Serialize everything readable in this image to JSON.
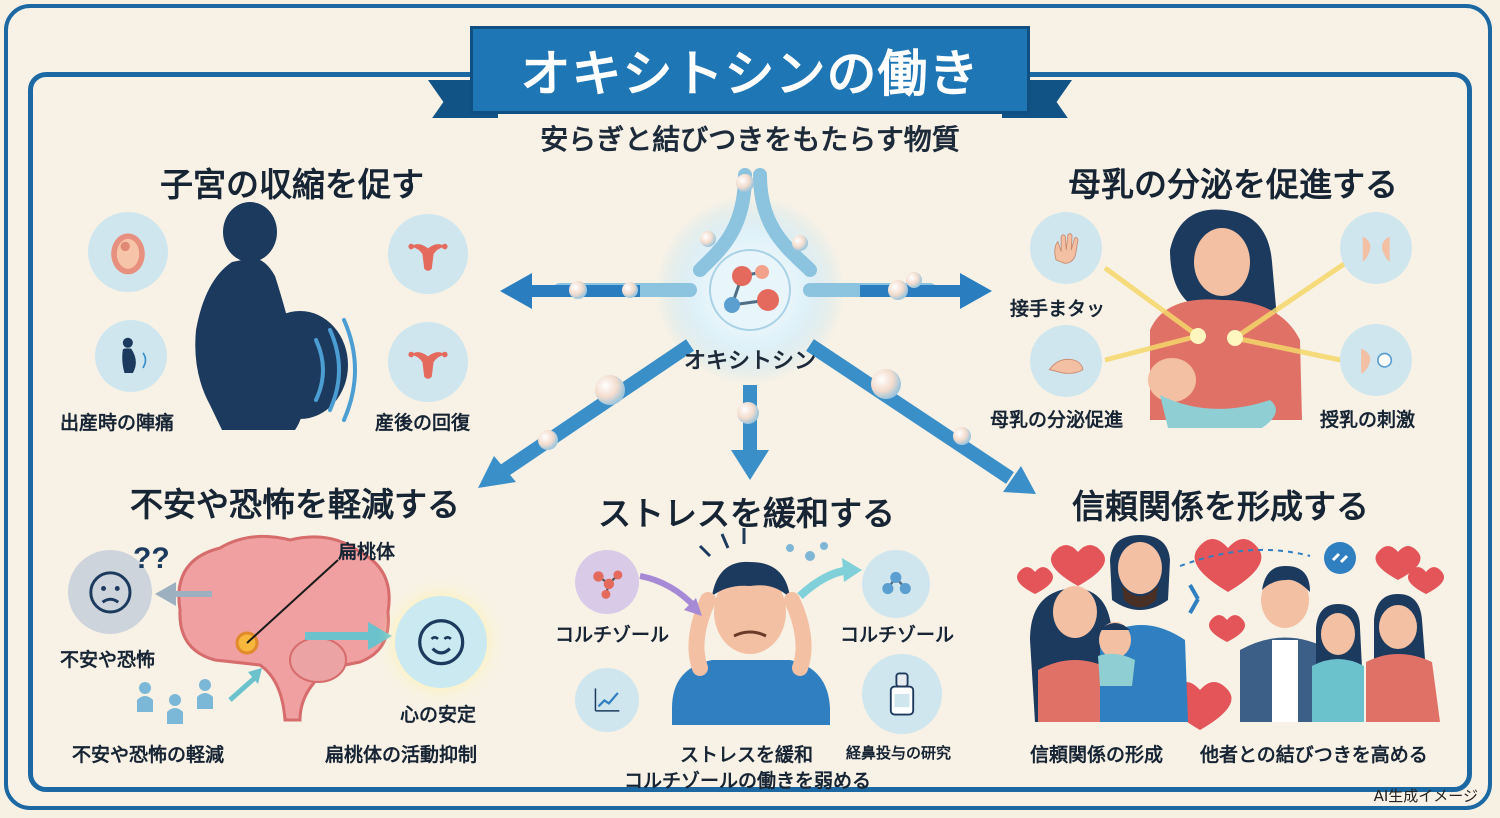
{
  "header": {
    "title": "オキシトシンの働き",
    "subtitle": "安らぎと結びつきをもたらす物質",
    "center_label": "オキシトシン"
  },
  "uterus": {
    "heading": "子宮の収縮を促す",
    "labels": [
      "出産時の陣痛",
      "産後の回復"
    ]
  },
  "milk": {
    "heading": "母乳の分泌を促進する",
    "labels": [
      "接手まタッ",
      "母乳の分泌促進",
      "授乳の刺激"
    ]
  },
  "anxiety": {
    "heading": "不安や恐怖を軽減する",
    "labels": [
      "扁桃体",
      "不安や恐怖",
      "心の安定",
      "不安や恐怖の軽減",
      "扁桃体の活動抑制"
    ]
  },
  "stress": {
    "heading": "ストレスを緩和する",
    "labels": [
      "コルチゾール",
      "コルチゾール",
      "経鼻投与の研究"
    ],
    "caption_line1": "ストレスを緩和",
    "caption_line2": "コルチゾールの働きを弱める"
  },
  "trust": {
    "heading": "信頼関係を形成する",
    "labels": [
      "信頼関係の形成",
      "他者との結びつきを高める"
    ]
  },
  "footer": {
    "watermark": "AI生成イメージ"
  },
  "colors": {
    "primary": "#1f76b5",
    "navy": "#1c3a5e",
    "background": "#f8f2e6",
    "icon_bg": "#cfe6ee",
    "heart": "#e4555a",
    "brain": "#f0a0a0"
  }
}
